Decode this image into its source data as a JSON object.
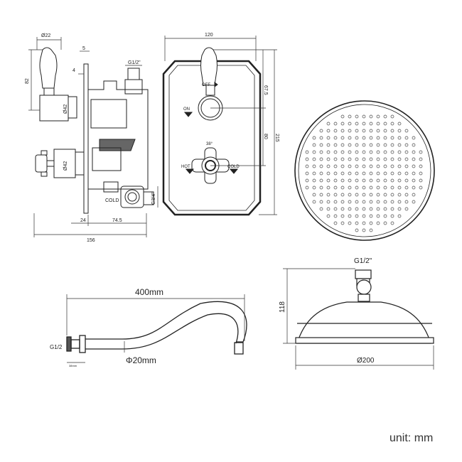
{
  "valve": {
    "dim_diameter_top": "Ø22",
    "dim_width_5": "5",
    "dim_inlet_top": "G1/2\"",
    "dim_height_82": "82",
    "dim_depth_4": "4",
    "dim_diameter_42_a": "Ø42",
    "dim_diameter_42_b": "Ø42",
    "dim_cold": "COLD",
    "dim_g34": "G3/4\"",
    "dim_24": "24",
    "dim_74_5": "74.5",
    "dim_156": "156"
  },
  "faceplate": {
    "dim_width_120": "120",
    "label_off": "OFF",
    "label_on": "ON",
    "dim_67_5": "67.5",
    "dim_80": "80",
    "dim_215": "215",
    "label_38": "38°",
    "label_hot": "HOT",
    "label_cold": "COLD"
  },
  "arm": {
    "dim_length": "400mm",
    "dim_thread": "G1/2",
    "dim_diameter": "Φ20mm",
    "dim_small": "38mm"
  },
  "head": {
    "dim_inlet": "G1/2\"",
    "dim_height": "118",
    "dim_diameter": "Ø200"
  },
  "footer": {
    "unit_text": "unit: mm"
  }
}
